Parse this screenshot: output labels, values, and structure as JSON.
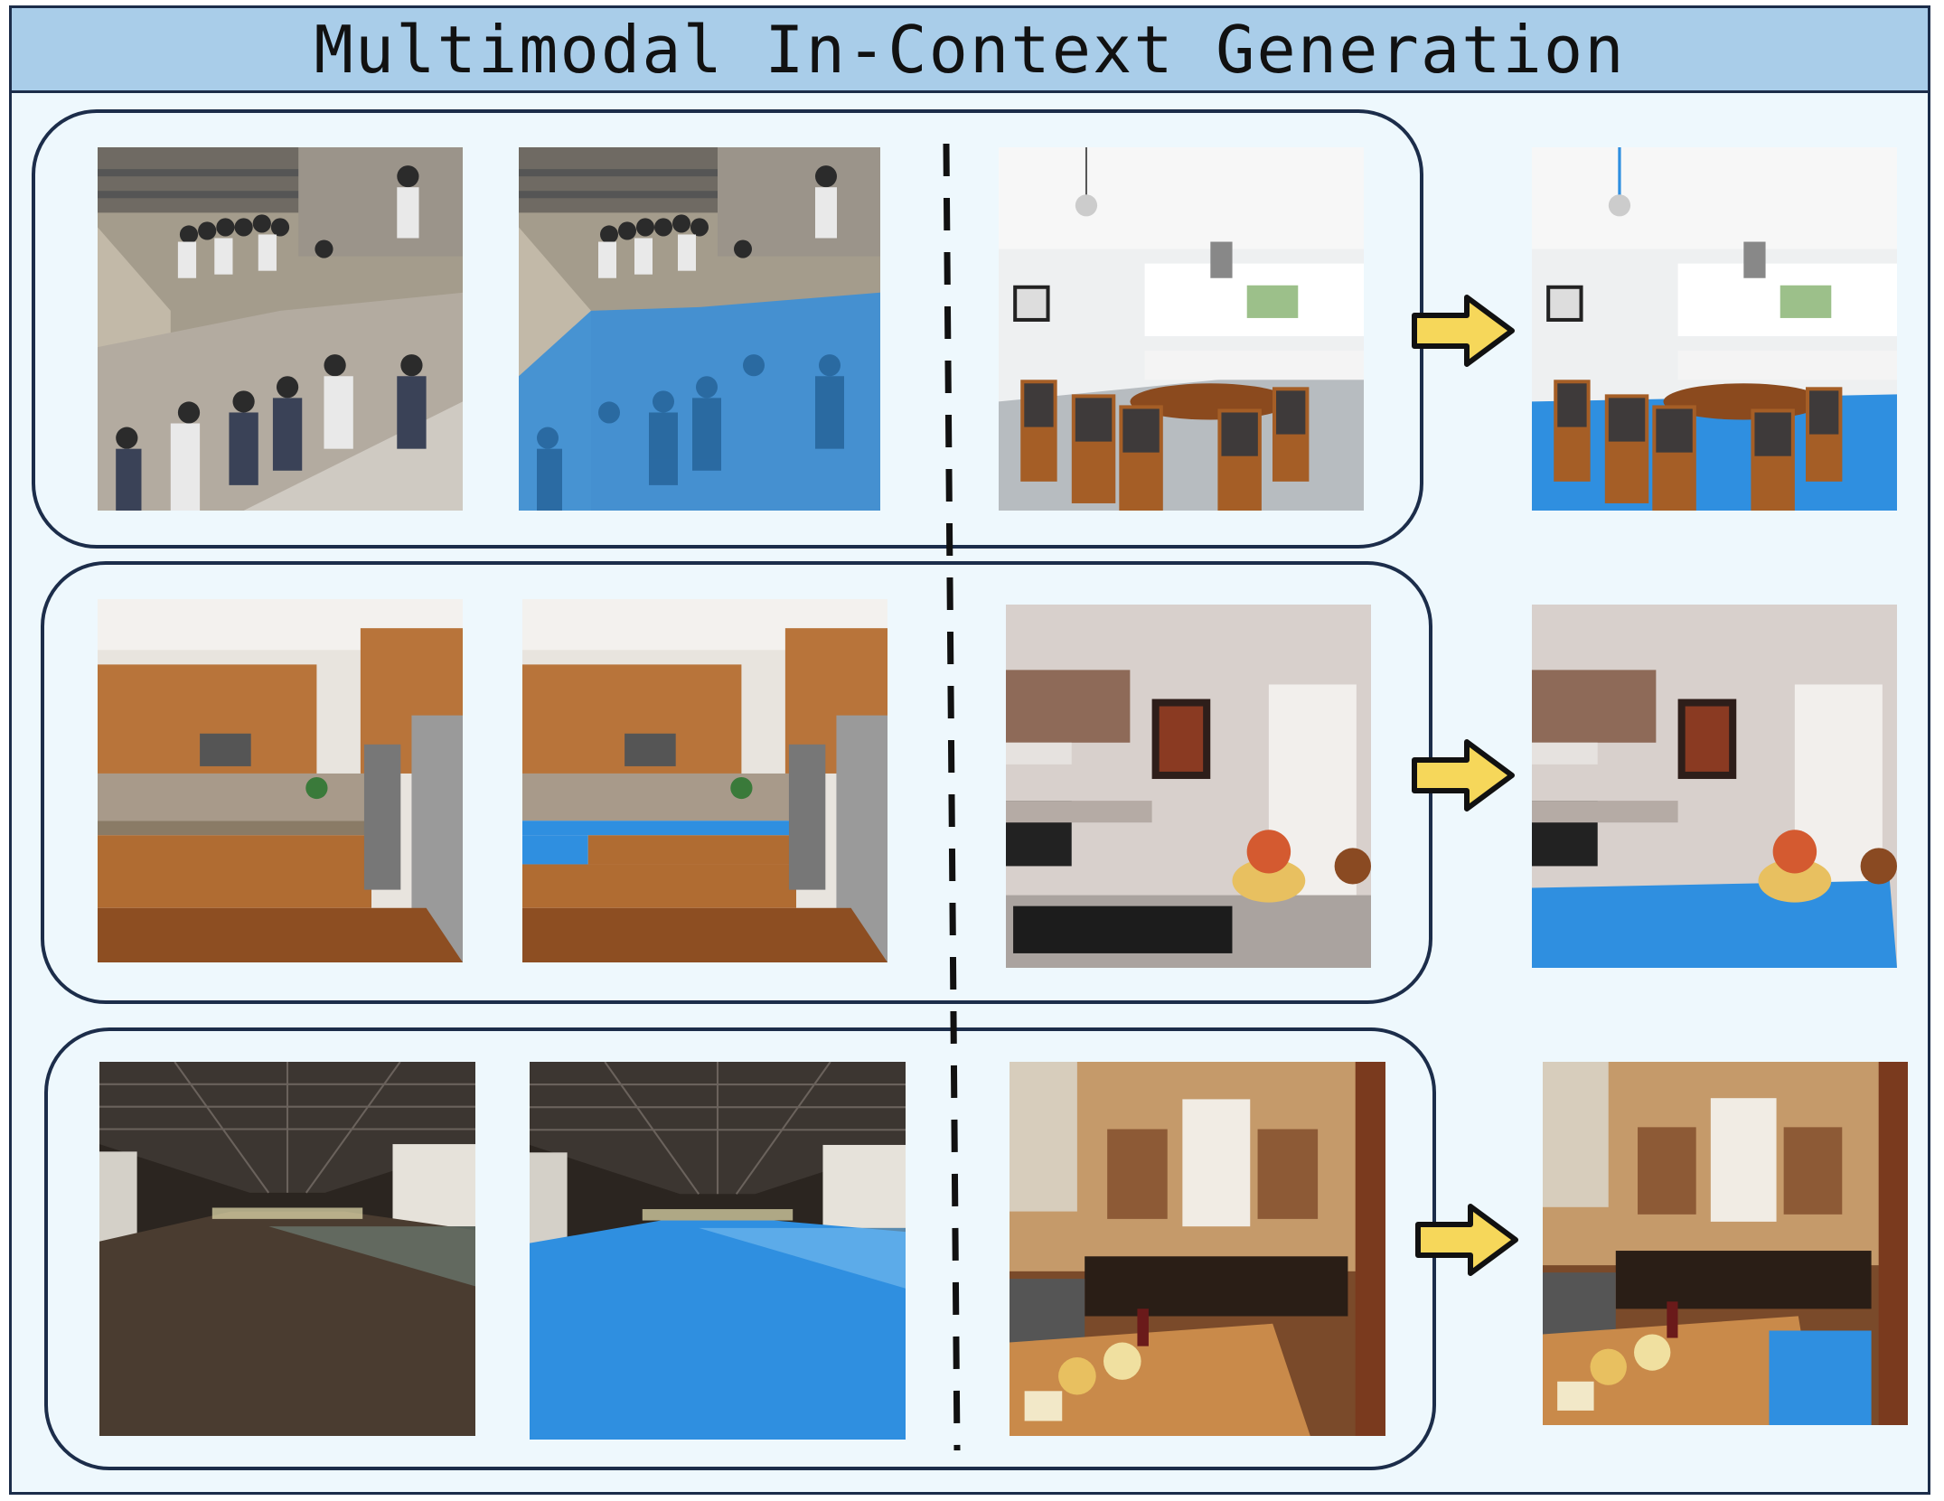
{
  "title": "Multimodal In-Context Generation",
  "colors": {
    "frame_border": "#1c2d4a",
    "frame_bg": "#eef8fd",
    "title_bg": "#a9cde9",
    "mask_blue": "#2f8fe0",
    "arrow_fill": "#f6d75a",
    "arrow_stroke": "#111111"
  },
  "rows": [
    {
      "example_input_scene": "crowd on platform stairs",
      "example_mask_region": "floor",
      "query_scene": "kitchen with dining table",
      "result_mask_region": "floor"
    },
    {
      "example_input_scene": "wooden kitchen cabinets",
      "example_mask_region": "countertop",
      "query_scene": "kitchen with sink and flower basket",
      "result_mask_region": "countertop"
    },
    {
      "example_input_scene": "airport corridor",
      "example_mask_region": "floor",
      "query_scene": "rustic kitchen with island",
      "result_mask_region": "floor"
    }
  ],
  "icons": [
    "right-arrow-icon"
  ]
}
